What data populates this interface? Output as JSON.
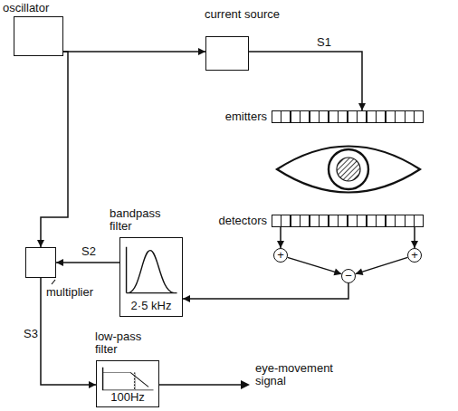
{
  "diagram": {
    "nodes": [
      {
        "text": [
          "oscillator"
        ]
      },
      {
        "text": [
          "current source"
        ]
      },
      {
        "text": [
          "emitters"
        ]
      },
      {
        "text": [
          "detectors"
        ]
      },
      {
        "text": [
          "+"
        ]
      },
      {
        "text": [
          "+"
        ]
      },
      {
        "text": [
          "−"
        ]
      },
      {
        "text": [
          "bandpass filter",
          "2·5 kHz"
        ]
      },
      {
        "text": [
          "multiplier"
        ]
      },
      {
        "text": [
          "low-pass filter",
          "100Hz"
        ]
      }
    ],
    "edges": [
      {
        "from": 0,
        "to": 1,
        "arrow": "to"
      },
      {
        "from": 0,
        "to": 8,
        "arrow": "to"
      },
      {
        "from": 1,
        "to": 2,
        "label": "S1",
        "arrow": "to"
      },
      {
        "from": 3,
        "to": 4,
        "arrow": "to"
      },
      {
        "from": 3,
        "to": 5,
        "arrow": "to"
      },
      {
        "from": 4,
        "to": 6,
        "arrow": "to"
      },
      {
        "from": 5,
        "to": 6,
        "arrow": "to"
      },
      {
        "from": 6,
        "to": 7,
        "arrow": "to"
      },
      {
        "from": 7,
        "to": 8,
        "label": "S2",
        "arrow": "to"
      },
      {
        "from": 8,
        "to": 9,
        "label": "S3",
        "arrow": "to"
      }
    ],
    "labels": [
      "eye-movement signal"
    ]
  }
}
